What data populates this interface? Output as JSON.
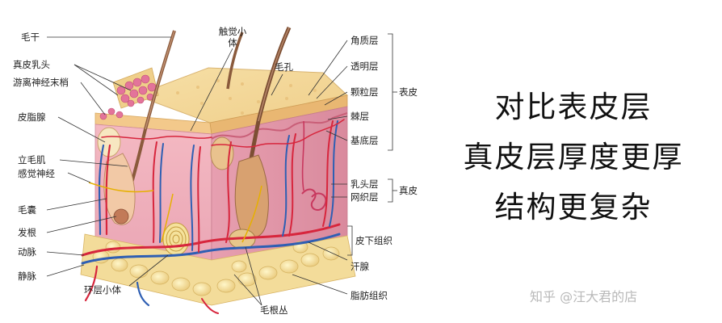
{
  "labels": {
    "left": {
      "hair_shaft": "毛干",
      "dermal_papilla": "真皮乳头",
      "free_nerve_endings": "游离神经末梢",
      "sebaceous_gland": "皮脂腺",
      "arrector_pili": "立毛肌",
      "sensory_nerve": "感觉神经",
      "hair_follicle": "毛囊",
      "hair_root": "发根",
      "artery": "动脉",
      "vein": "静脉"
    },
    "top": {
      "meissner_corpuscle": "触觉小体",
      "pore": "毛孔"
    },
    "bottom": {
      "pacinian_corpuscle": "环层小体",
      "hair_plexus": "毛根丛"
    },
    "right": {
      "stratum_corneum": "角质层",
      "stratum_lucidum": "透明层",
      "stratum_granulosum": "颗粒层",
      "stratum_spinosum": "棘层",
      "stratum_basale": "基底层",
      "epidermis": "表皮",
      "papillary_layer": "乳头层",
      "reticular_layer": "网织层",
      "dermis": "真皮",
      "subcutaneous": "皮下组织",
      "sweat_gland": "汗腺",
      "adipose": "脂肪组织"
    }
  },
  "side_text": [
    "对比表皮层",
    "真皮层厚度更厚",
    "结构更复杂"
  ],
  "watermark": "知乎 @汪大君的店"
}
